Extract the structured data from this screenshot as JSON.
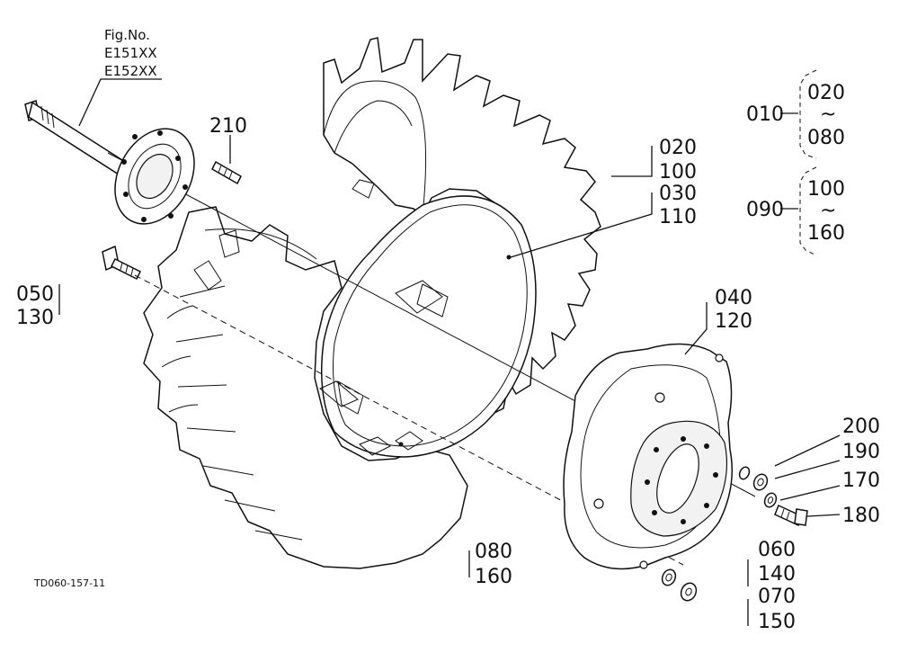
{
  "fig": {
    "prefix": "Fig.No.",
    "codes": [
      "E151XX",
      "E152XX"
    ]
  },
  "drawing_id": "TD060-157-11",
  "callouts": {
    "c210": "210",
    "c020a": "020",
    "c100a": "100",
    "c030": "030",
    "c110": "110",
    "c050": "050",
    "c130": "130",
    "c040": "040",
    "c120": "120",
    "c200": "200",
    "c190": "190",
    "c170": "170",
    "c180": "180",
    "c080": "080",
    "c160": "160",
    "c060": "060",
    "c140": "140",
    "c070": "070",
    "c150": "150"
  },
  "ranges": {
    "r1": {
      "parent": "010",
      "from": "020",
      "tilde": "~",
      "to": "080"
    },
    "r2": {
      "parent": "090",
      "from": "100",
      "tilde": "~",
      "to": "160"
    }
  }
}
